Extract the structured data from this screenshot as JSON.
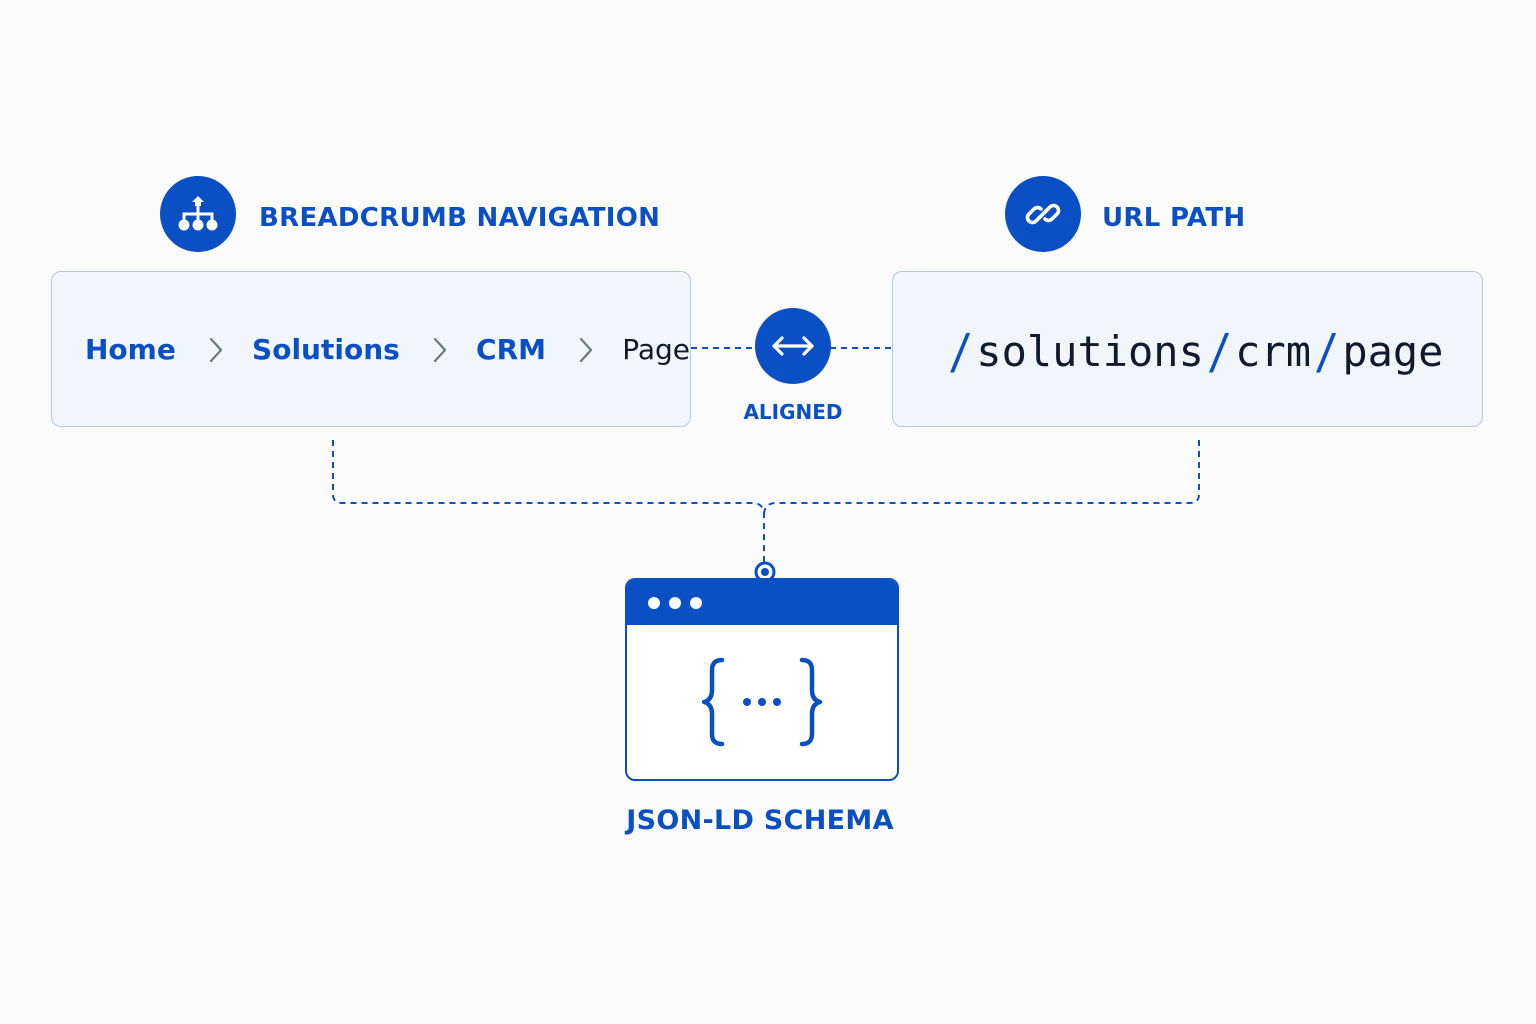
{
  "colors": {
    "primary": "#0b4fc4",
    "panel_bg": "#f1f5fc",
    "panel_border": "#b5c9e6",
    "text_dark": "#0f1b2d",
    "separator": "#6b7686",
    "background": "#fbfbfb"
  },
  "breadcrumb_section": {
    "label": "BREADCRUMB NAVIGATION",
    "icon": "sitemap-icon",
    "items": [
      {
        "label": "Home"
      },
      {
        "label": "Solutions"
      },
      {
        "label": "CRM"
      },
      {
        "label": "Page"
      }
    ],
    "separator_icon": "chevron-right-icon"
  },
  "url_section": {
    "label": "URL PATH",
    "icon": "link-icon",
    "segments": [
      "solutions",
      "crm",
      "page"
    ],
    "separator": "/"
  },
  "connector": {
    "icon": "double-arrow-icon",
    "label": "ALIGNED"
  },
  "schema": {
    "icon": "curly-braces-icon",
    "label": "JSON-LD SCHEMA"
  }
}
